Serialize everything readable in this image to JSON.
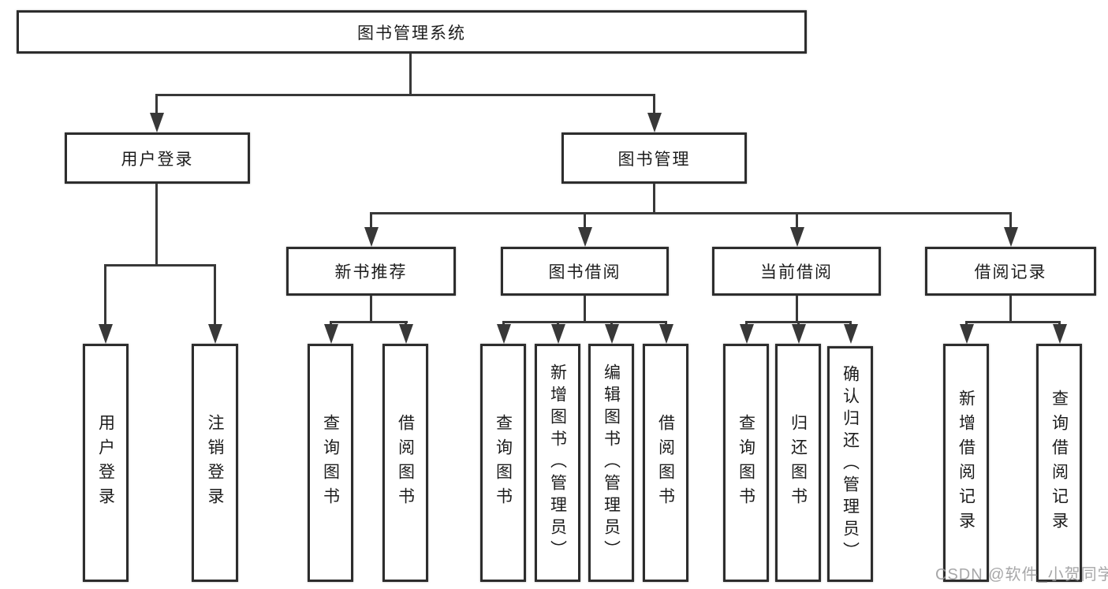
{
  "tree": {
    "root": "图书管理系统",
    "children": [
      {
        "label": "用户登录",
        "children": [
          "用户登录",
          "注销登录"
        ]
      },
      {
        "label": "图书管理",
        "children": [
          {
            "label": "新书推荐",
            "children": [
              "查询图书",
              "借阅图书"
            ]
          },
          {
            "label": "图书借阅",
            "children": [
              "查询图书",
              "新增图书（管理员）",
              "编辑图书（管理员）",
              "借阅图书"
            ]
          },
          {
            "label": "当前借阅",
            "children": [
              "查询图书",
              "归还图书",
              "确认归还（管理员）"
            ]
          },
          {
            "label": "借阅记录",
            "children": [
              "新增借阅记录",
              "查询借阅记录"
            ]
          }
        ]
      }
    ]
  },
  "watermark": {
    "text": "CSDN @软件_小贺同学"
  },
  "colors": {
    "box_border": "#2d2d2d",
    "connector_line": "#383838",
    "box_background": "#ffffff",
    "text": "#1c1c1c",
    "watermark": "#9b9b9d",
    "page_background": "#ffffff"
  }
}
